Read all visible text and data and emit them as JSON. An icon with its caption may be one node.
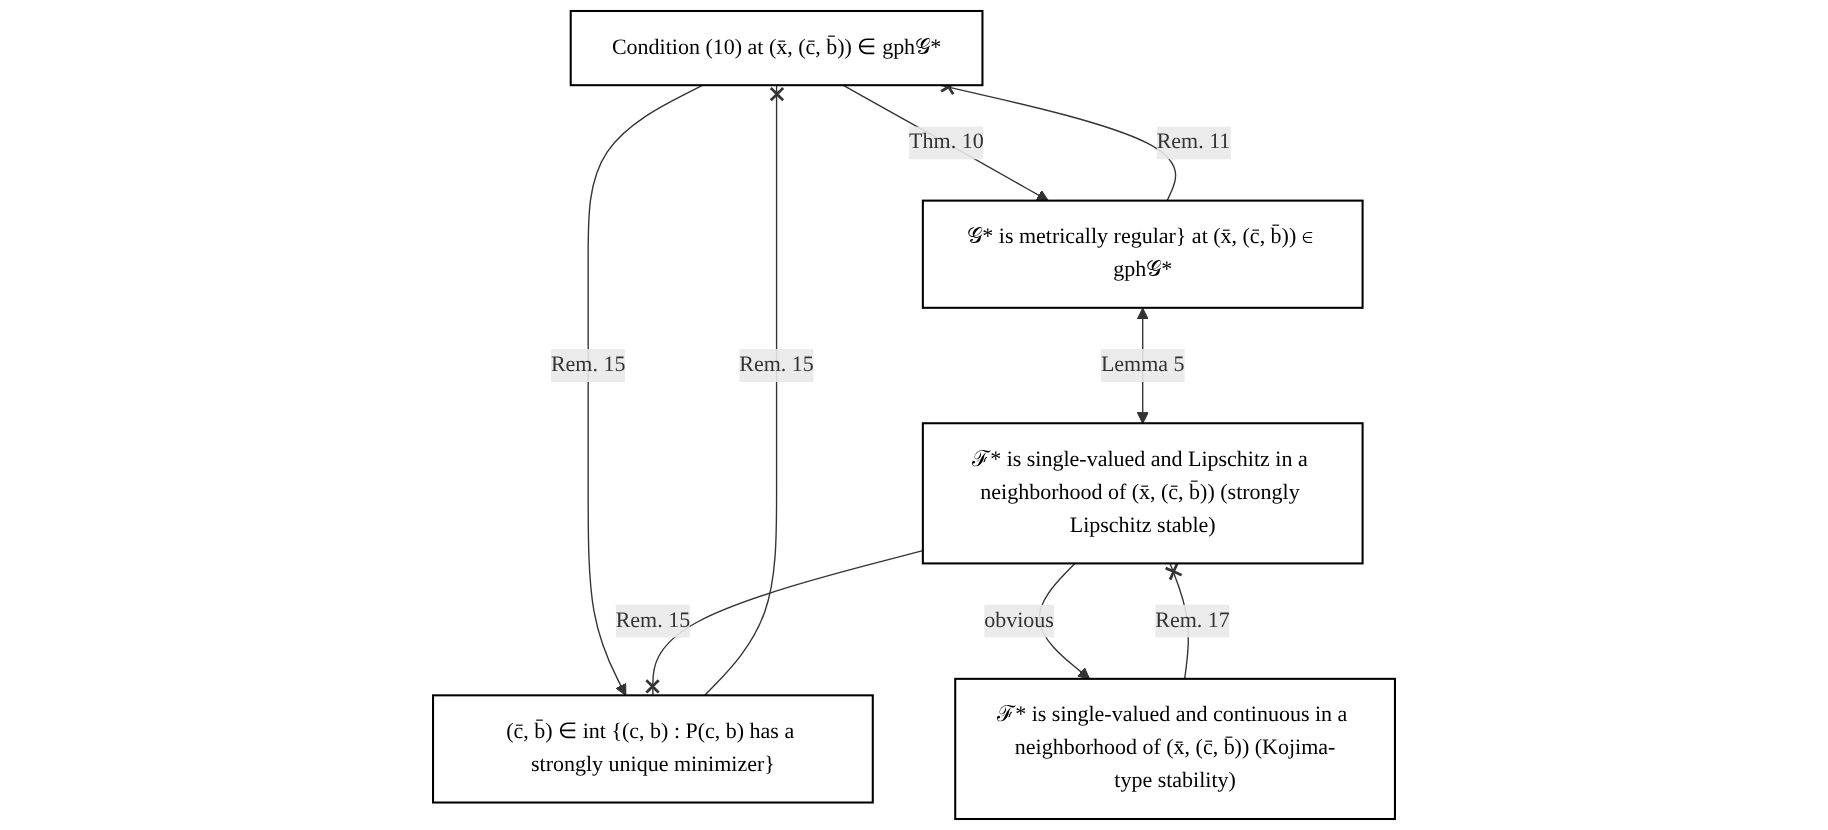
{
  "diagram": {
    "nodes": [
      {
        "text": [
          "Condition (10) at (x̄, (c̄, b̄)) ∈ gph𝒢*"
        ]
      },
      {
        "text": [
          "(c̄, b̄) ∈ int {(c, b) : P(c, b) has a strongly unique minimizer}"
        ]
      },
      {
        "text": [
          "𝒢* is metrically regular} at (x̄, (c̄, b̄)) ∈ gph𝒢*"
        ]
      },
      {
        "text": [
          "ℱ* is single-valued and Lipschitz in a neighborhood of (x̄, (c̄, b̄)) (strongly Lipschitz stable)"
        ]
      },
      {
        "text": [
          "ℱ* is single-valued and continuous in a neighborhood of (x̄, (c̄, b̄)) (Kojima-type stability)"
        ]
      }
    ],
    "edges": [
      {
        "from": 0,
        "to": 1,
        "arrow": "to",
        "label": "Rem. 15"
      },
      {
        "from": 1,
        "to": 0,
        "arrow": "other",
        "label": "Rem. 15"
      },
      {
        "from": 0,
        "to": 2,
        "arrow": "to",
        "label": "Thm. 10"
      },
      {
        "from": 2,
        "to": 0,
        "arrow": "other",
        "label": "Rem. 11"
      },
      {
        "from": 2,
        "to": 3,
        "arrow": "both",
        "label": "Lemma 5"
      },
      {
        "from": 3,
        "to": 1,
        "arrow": "other",
        "label": "Rem. 15"
      },
      {
        "from": 3,
        "to": 4,
        "arrow": "to",
        "label": "obvious"
      },
      {
        "from": 4,
        "to": 3,
        "arrow": "other",
        "label": "Rem. 17"
      }
    ]
  }
}
